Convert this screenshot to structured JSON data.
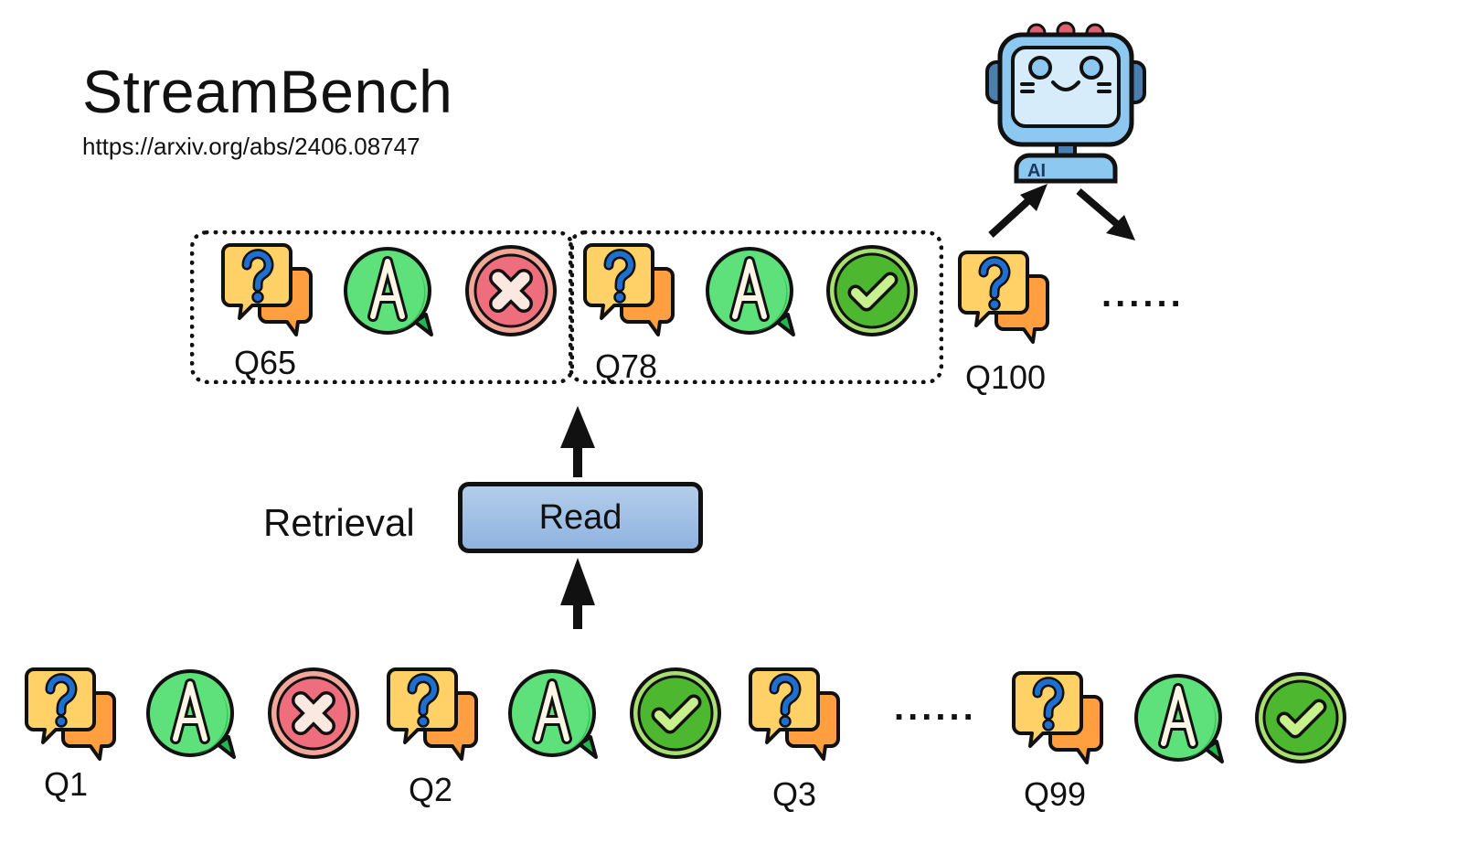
{
  "header": {
    "title": "StreamBench",
    "url": "https://arxiv.org/abs/2406.08747"
  },
  "agent": {
    "icon": "robot-ai-icon",
    "badge_text": "AI"
  },
  "memory_row": {
    "groups": [
      {
        "label": "Q65",
        "items": [
          "question-icon",
          "answer-icon",
          "incorrect-icon"
        ]
      },
      {
        "label": "Q78",
        "items": [
          "question-icon",
          "answer-icon",
          "correct-icon"
        ]
      }
    ],
    "current": {
      "label": "Q100",
      "items": [
        "question-icon"
      ]
    },
    "ellipsis": "......"
  },
  "retrieval": {
    "label": "Retrieval",
    "button_label": "Read"
  },
  "stream_row": {
    "sequence": [
      {
        "label": "Q1",
        "items": [
          "question-icon",
          "answer-icon",
          "incorrect-icon"
        ]
      },
      {
        "label": "Q2",
        "items": [
          "question-icon",
          "answer-icon",
          "correct-icon"
        ]
      },
      {
        "label": "Q3",
        "items": [
          "question-icon"
        ]
      },
      {
        "label": "Q99",
        "items": [
          "question-icon",
          "answer-icon",
          "correct-icon"
        ]
      }
    ],
    "ellipsis": "......"
  },
  "colors": {
    "question_front": "#ffd166",
    "question_back": "#ff9f3f",
    "question_mark": "#1e6fd0",
    "answer": "#5ee07a",
    "answer_shade": "#22b850",
    "incorrect": "#ee6e7e",
    "incorrect_ring": "#f3a79a",
    "correct": "#4cb72f",
    "correct_ring": "#a8e070",
    "read_box": "#a6c4e8",
    "robot_body": "#8cc8f0",
    "robot_screen": "#d6ecfb",
    "robot_antenna": "#e06070"
  }
}
